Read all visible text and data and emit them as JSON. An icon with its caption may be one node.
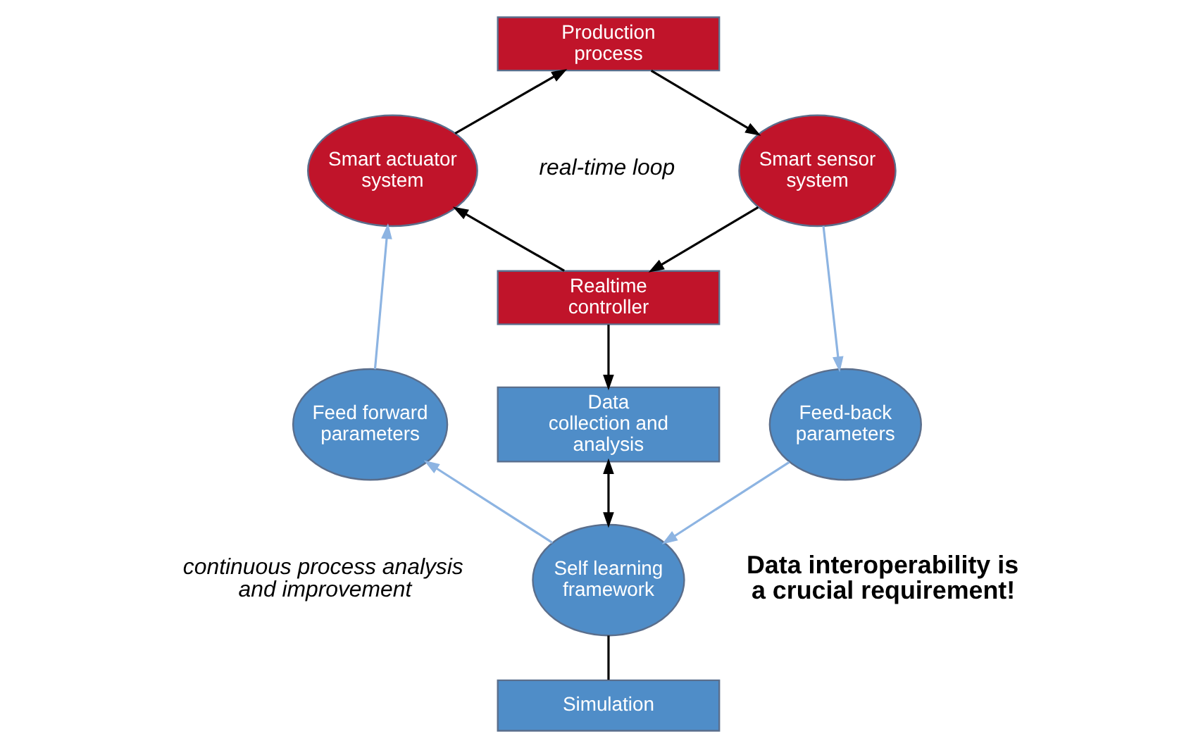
{
  "diagram": {
    "nodes": [
      {
        "text": [
          "Production process"
        ]
      },
      {
        "text": [
          "Smart actuator system"
        ]
      },
      {
        "text": [
          "Smart sensor system"
        ]
      },
      {
        "text": [
          "Realtime controller"
        ]
      },
      {
        "text": [
          "Data collection and analysis"
        ]
      },
      {
        "text": [
          "Feed forward parameters"
        ]
      },
      {
        "text": [
          "Feed-back parameters"
        ]
      },
      {
        "text": [
          "Self learning framework"
        ]
      },
      {
        "text": [
          "Simulation"
        ]
      }
    ],
    "edges": [
      {
        "from": 1,
        "to": 0,
        "arrow": "to"
      },
      {
        "from": 0,
        "to": 2,
        "arrow": "to"
      },
      {
        "from": 2,
        "to": 3,
        "arrow": "to"
      },
      {
        "from": 3,
        "to": 1,
        "arrow": "to"
      },
      {
        "from": 3,
        "to": 4,
        "arrow": "to"
      },
      {
        "from": 4,
        "to": 7,
        "arrow": "both"
      },
      {
        "from": 2,
        "to": 6,
        "arrow": "to",
        "color": "#8db4e2"
      },
      {
        "from": 6,
        "to": 7,
        "arrow": "to",
        "color": "#8db4e2"
      },
      {
        "from": 7,
        "to": 5,
        "arrow": "to",
        "color": "#8db4e2"
      },
      {
        "from": 5,
        "to": 1,
        "arrow": "to",
        "color": "#8db4e2"
      },
      {
        "from": 7,
        "to": 8,
        "arrow": "none"
      }
    ],
    "labels": [
      "real-time loop",
      "continuous process analysis and improvement",
      "Data interoperability is a crucial requirement!"
    ]
  }
}
